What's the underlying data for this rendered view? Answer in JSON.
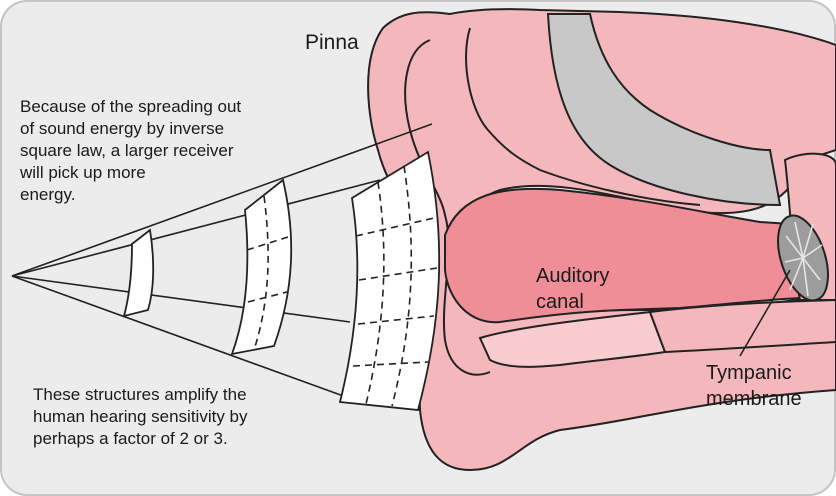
{
  "labels": {
    "pinna": "Pinna",
    "spreading": [
      "Because of the spreading out",
      "of sound energy by inverse",
      "square law, a larger receiver",
      "will pick up more",
      "energy."
    ],
    "amplify": [
      "These structures amplify the",
      "human hearing sensitivity by",
      "perhaps a factor of 2 or 3."
    ],
    "auditory_canal": [
      "Auditory",
      "canal"
    ],
    "tympanic_membrane": [
      "Tympanic",
      "membrane"
    ]
  },
  "colors": {
    "background": "#ececec",
    "ear_tissue": "#f4b8bc",
    "ear_tissue_light": "#f9cdd0",
    "canal": "#f08e97",
    "bone": "#c8c8c8",
    "membrane": "#9c9c9c",
    "outline": "#222222"
  }
}
